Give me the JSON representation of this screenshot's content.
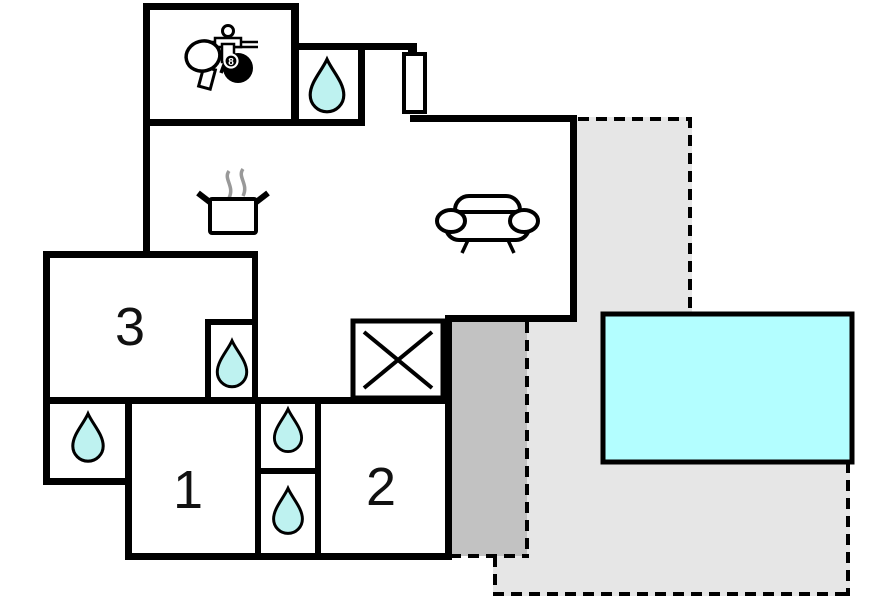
{
  "floorplan": {
    "title": "holiday-home floor plan",
    "room_labels": [
      {
        "id": "room-1",
        "label": "1"
      },
      {
        "id": "room-2",
        "label": "2"
      },
      {
        "id": "room-3",
        "label": "3"
      }
    ],
    "eight_ball_label": "8",
    "icons": [
      {
        "name": "games-icon",
        "meaning": "table tennis paddle, foosball player and 8-ball"
      },
      {
        "name": "water-drop-icon",
        "meaning": "bathroom / water"
      },
      {
        "name": "cooking-pot-icon",
        "meaning": "kitchen"
      },
      {
        "name": "sofa-icon",
        "meaning": "living room"
      },
      {
        "name": "door-icon",
        "meaning": "entrance door"
      },
      {
        "name": "x-square-icon",
        "meaning": "utility / not accessible"
      }
    ],
    "colors": {
      "wall": "#000000",
      "water": "#bef2f0",
      "pool": "#b3feff",
      "terrace": "#e6e6e6",
      "covered_terrace": "#c2c2c2",
      "steam": "#999999"
    }
  }
}
